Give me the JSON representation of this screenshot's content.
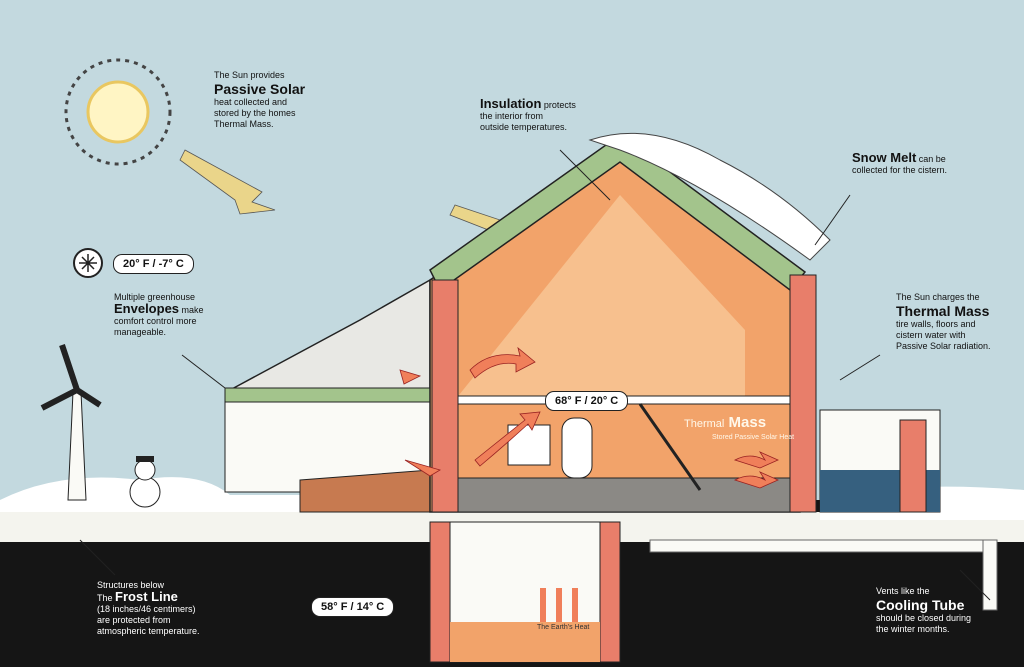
{
  "labels": {
    "sun": {
      "pre": "The Sun provides",
      "title": "Passive Solar",
      "lines": [
        "heat collected and",
        "stored by the homes",
        "Thermal Mass."
      ]
    },
    "insulation": {
      "title": "Insulation",
      "suffix": " protects",
      "lines": [
        "the interior from",
        "outside temperatures."
      ]
    },
    "snow": {
      "title": "Snow Melt",
      "suffix": " can be",
      "lines": [
        "collected for the cistern."
      ]
    },
    "envelopes": {
      "pre": "Multiple greenhouse",
      "title": "Envelopes",
      "suffix": " make",
      "lines": [
        "comfort control more",
        "manageable."
      ]
    },
    "thermal": {
      "pre": "The Sun charges the",
      "title": "Thermal Mass",
      "lines": [
        "tire walls, floors and",
        "cistern water with",
        "Passive Solar radiation."
      ]
    },
    "frost": {
      "pre1": "Structures below",
      "pre2": "The",
      "title": "Frost Line",
      "lines": [
        "(18 inches/46 centimers)",
        "are protected from",
        "atmospheric temperature."
      ]
    },
    "cooling": {
      "pre": "Vents like the",
      "title": "Cooling Tube",
      "lines": [
        "should be closed  during",
        "the winter months."
      ]
    }
  },
  "temps": {
    "outside": "20° F / -7° C",
    "inside": "68° F / 20° C",
    "ground": "58° F / 14° C"
  },
  "interior": {
    "mass_a": "Thermal",
    "mass_b": "Mass",
    "stored": "Stored Passive Solar Heat",
    "earth": "The Earth's Heat"
  },
  "colors": {
    "sky": "#c3d9df",
    "interior": "#f2a36a",
    "ground": "#151515",
    "arrow": "#f07f5a",
    "sunbeam": "#ead58a"
  },
  "icons": [
    "sun-icon",
    "snowflake-icon",
    "wind-turbine-icon",
    "snowman-icon"
  ]
}
